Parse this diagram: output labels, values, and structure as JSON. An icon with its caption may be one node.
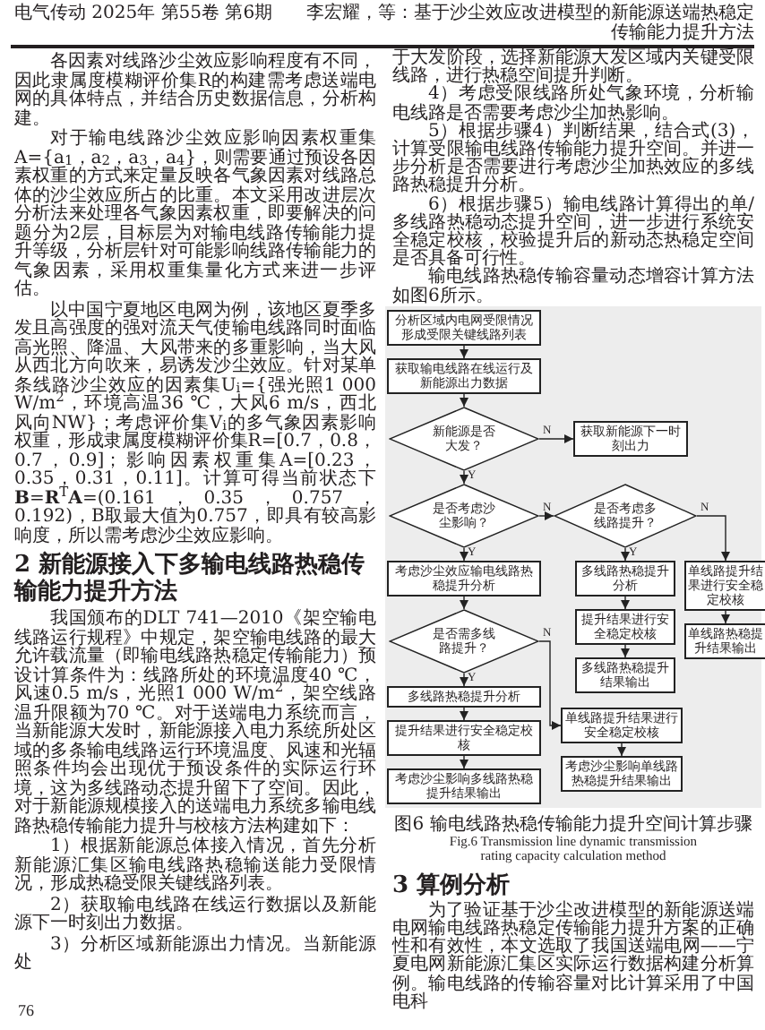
{
  "diagram": {
    "caption": "图6 输电线路热稳传输能力提升空间计算步骤",
    "nodes": [
      {
        "text": [
          "分析区域内电网受限情况形成受限关键线路列表"
        ]
      },
      {
        "text": [
          "获取输电线路在线运行及新能源出力数据"
        ]
      },
      {
        "text": [
          "新能源是否大发？"
        ]
      },
      {
        "text": [
          "获取新能源下一时刻出力"
        ]
      },
      {
        "text": [
          "是否考虑沙尘影响？"
        ]
      },
      {
        "text": [
          "是否考虑多线路提升？"
        ]
      },
      {
        "text": [
          "考虑沙尘效应输电线路热稳提升分析"
        ]
      },
      {
        "text": [
          "多线路热稳提升分析"
        ]
      },
      {
        "text": [
          "单线路提升结果进行安全稳定校核"
        ]
      },
      {
        "text": [
          "提升结果进行安全稳定校核"
        ]
      },
      {
        "text": [
          "单线路热稳提升结果输出"
        ]
      },
      {
        "text": [
          "多线路热稳提升结果输出"
        ]
      },
      {
        "text": [
          "是否需多线路提升？"
        ]
      },
      {
        "text": [
          "多线路热稳提升分析"
        ]
      },
      {
        "text": [
          "单线路提升结果进行安全稳定校核"
        ]
      },
      {
        "text": [
          "提升结果进行安全稳定校核"
        ]
      },
      {
        "text": [
          "考虑沙尘影响单线路热稳提升结果输出"
        ]
      },
      {
        "text": [
          "考虑沙尘影响多线路热稳提升结果输出"
        ]
      }
    ],
    "edges": [
      {
        "from": 0,
        "to": 1,
        "arrow": "to"
      },
      {
        "from": 1,
        "to": 2,
        "arrow": "to"
      },
      {
        "from": 2,
        "to": 3,
        "arrow": "to",
        "label": "N"
      },
      {
        "from": 2,
        "to": 4,
        "arrow": "to",
        "label": "Y"
      },
      {
        "from": 4,
        "to": 5,
        "arrow": "to",
        "label": "N"
      },
      {
        "from": 4,
        "to": 6,
        "arrow": "to",
        "label": "Y"
      },
      {
        "from": 5,
        "to": 7,
        "arrow": "to",
        "label": "Y"
      },
      {
        "from": 5,
        "to": 8,
        "arrow": "to",
        "label": "N"
      },
      {
        "from": 7,
        "to": 9,
        "arrow": "to"
      },
      {
        "from": 9,
        "to": 11,
        "arrow": "to"
      },
      {
        "from": 8,
        "to": 10,
        "arrow": "to"
      },
      {
        "from": 6,
        "to": 12,
        "arrow": "to"
      },
      {
        "from": 12,
        "to": 13,
        "arrow": "to",
        "label": "Y"
      },
      {
        "from": 12,
        "to": 14,
        "arrow": "to",
        "label": "N"
      },
      {
        "from": 13,
        "to": 15,
        "arrow": "to"
      },
      {
        "from": 15,
        "to": 17,
        "arrow": "to"
      },
      {
        "from": 14,
        "to": 16,
        "arrow": "to"
      }
    ],
    "labels": [
      "电气传动 2025年 第55卷 第6期",
      "李宏耀，等：基于沙尘效应改进模型的新能源送端热稳定传输能力提升方法",
      "各因素对线路沙尘效应影响程度有不同，因此隶属度模糊评价集R的构建需考虑送端电网的具体特点，并结合历史数据信息，分析构建。",
      "对于输电线路沙尘效应影响因素权重集A={a$_{1}$，a$_{2}$，a$_{3}$，a$_{4}$}，则需要通过预设各因素权重的方式来定量反映各气象因素对线路总体的沙尘效应所占的比重。本文采用改进层次分析法来处理各气象因素权重，即要解决的问题分为2层，目标层为对输电线路传输能力提升等级，分析层针对可能影响线路传输能力的气象因素，采用权重集量化方式来进一步评估。",
      "以中国宁夏地区电网为例，该地区夏季多发且高强度的强对流天气使输电线路同时面临高光照、降温、大风带来的多重影响，当大风从西北方向吹来，易诱发沙尘效应。针对某单条线路沙尘效应的因素集U$_{i}$={强光照1 000 W/m$^{2}$，环境高温36 ℃，大风6 m/s，西北风向NW}；考虑评价集V$_{i}$的多气象因素影响权重，形成隶属度模糊评价集R=[0.7，0.8，0.7，0.9]；影响因素权重集A=[0.23，0.35，0.31，0.11]。计算可得当前状态下**B**=**R**$^{T}$**A**=(0.161，0.35，0.757，0.192)，B取最大值为0.757，即具有较高影响度，所以需考虑沙尘效应影响。",
      "2 新能源接入下多输电线路热稳传输能力提升方法",
      "我国颁布的DLT 741—2010《架空输电线路运行规程》中规定，架空输电线路的最大允许载流量（即输电线路热稳定传输能力）预设计算条件为：线路所处的环境温度40 ℃，风速0.5 m/s，光照1 000 W/m$^{2}$，架空线路温升限额为70 ℃。对于送端电力系统而言，当新能源大发时，新能源接入电力系统所处区域的多条输电线路运行环境温度、风速和光辐照条件均会出现优于预设条件的实际运行环境，这为多线路动态提升留下了空间。因此，对于新能源规模接入的送端电力系统多输电线路热稳传输能力提升与校核方法构建如下：",
      "1）根据新能源总体接入情况，首先分析新能源汇集区输电线路热稳输送能力受限情况，形成热稳受限关键线路列表。",
      "2）获取输电线路在线运行数据以及新能源下一时刻出力数据。",
      "3）分析区域新能源出力情况。当新能源处",
      "76",
      "于大发阶段，选择新能源大发区域内关键受限线路，进行热稳空间提升判断。",
      "4）考虑受限线路所处气象环境，分析输电线路是否需要考虑沙尘加热影响。",
      "5）根据步骤4）判断结果，结合式(3)，计算受限输电线路传输能力提升空间。并进一步分析是否需要进行考虑沙尘加热效应的多线路热稳提升分析。",
      "6）根据步骤5）输电线路计算得出的单/多线路热稳动态提升空间，进一步进行系统安全稳定校核，校验提升后的新动态热稳定空间是否具备可行性。",
      "输电线路热稳传输容量动态增容计算方法如图6所示。",
      "Fig.6 Transmission line dynamic transmission rating capacity calculation method",
      "3 算例分析",
      "为了验证基于沙尘改进模型的新能源送端电网输电线路热稳定传输能力提升方案的正确性和有效性，本文选取了我国送端电网——宁夏电网新能源汇集区实际运行数据构建分析算例。输电线路的传输容量对比计算采用了中国电科"
    ]
  }
}
